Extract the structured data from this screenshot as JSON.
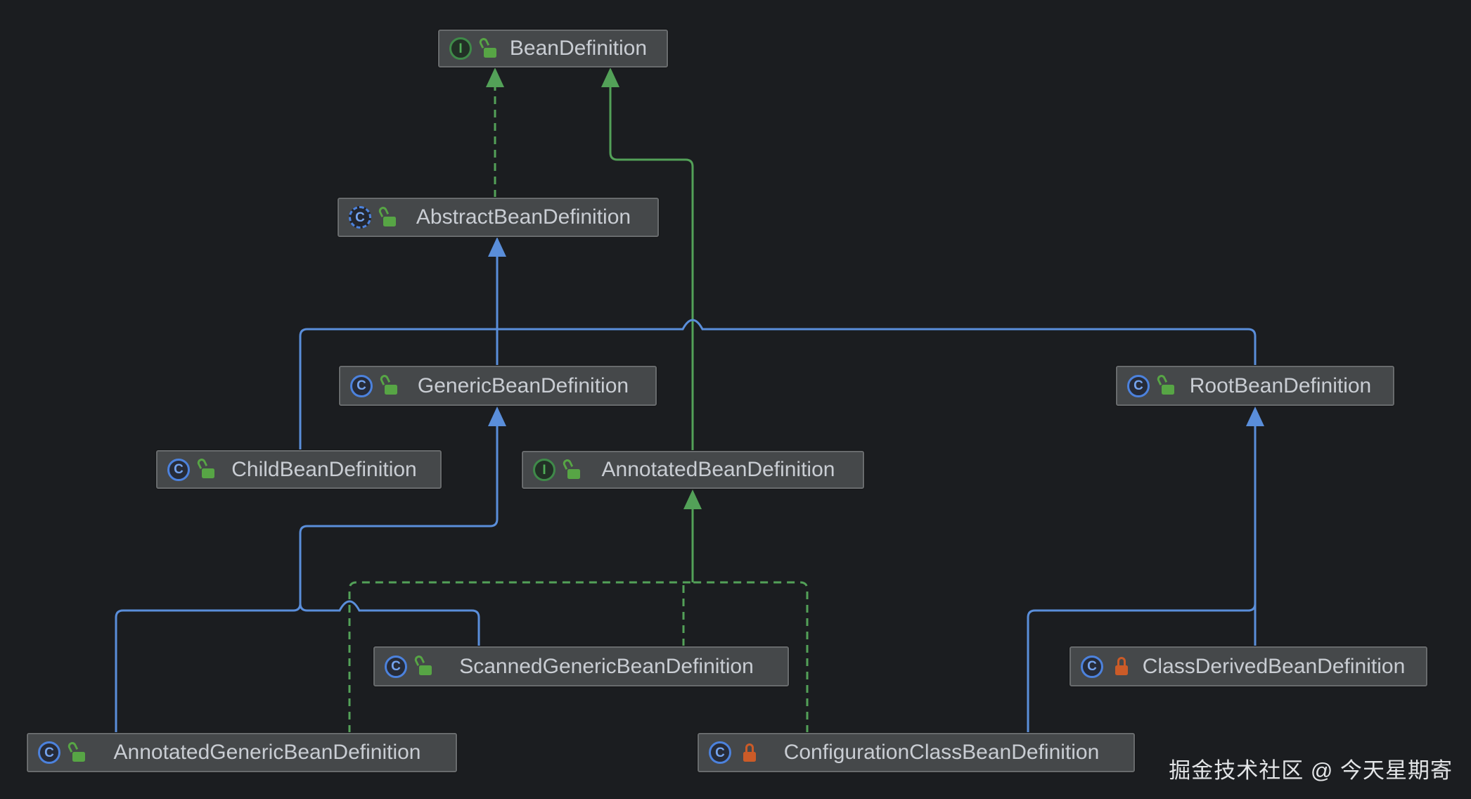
{
  "diagram": {
    "tool_style": "uml-class-diagram",
    "watermark": "掘金技术社区 @ 今天星期寄",
    "colors": {
      "background": "#1b1d20",
      "box_background": "#45484a",
      "box_border": "#686b6d",
      "label_text": "#c9cdd3",
      "extends_line": "#5a8eda",
      "implements_line": "#53a158",
      "unlocked_icon": "#57a545",
      "locked_icon": "#cb5b28",
      "class_icon": "#4c82dd",
      "interface_icon": "#3f8a49"
    },
    "nodes": [
      {
        "label": "BeanDefinition",
        "kind": "interface",
        "lock": "unlocked"
      },
      {
        "label": "AbstractBeanDefinition",
        "kind": "abstract-class",
        "lock": "unlocked"
      },
      {
        "label": "GenericBeanDefinition",
        "kind": "class",
        "lock": "unlocked"
      },
      {
        "label": "RootBeanDefinition",
        "kind": "class",
        "lock": "unlocked"
      },
      {
        "label": "ChildBeanDefinition",
        "kind": "class",
        "lock": "unlocked"
      },
      {
        "label": "AnnotatedBeanDefinition",
        "kind": "interface",
        "lock": "unlocked"
      },
      {
        "label": "ScannedGenericBeanDefinition",
        "kind": "class",
        "lock": "unlocked"
      },
      {
        "label": "ClassDerivedBeanDefinition",
        "kind": "class",
        "lock": "locked"
      },
      {
        "label": "AnnotatedGenericBeanDefinition",
        "kind": "class",
        "lock": "unlocked"
      },
      {
        "label": "ConfigurationClassBeanDefinition",
        "kind": "class",
        "lock": "locked"
      }
    ],
    "edges": [
      {
        "from": "AbstractBeanDefinition",
        "to": "BeanDefinition",
        "type": "implements"
      },
      {
        "from": "AnnotatedBeanDefinition",
        "to": "BeanDefinition",
        "type": "extends"
      },
      {
        "from": "GenericBeanDefinition",
        "to": "AbstractBeanDefinition",
        "type": "extends"
      },
      {
        "from": "ChildBeanDefinition",
        "to": "AbstractBeanDefinition",
        "type": "extends"
      },
      {
        "from": "RootBeanDefinition",
        "to": "AbstractBeanDefinition",
        "type": "extends"
      },
      {
        "from": "ScannedGenericBeanDefinition",
        "to": "GenericBeanDefinition",
        "type": "extends"
      },
      {
        "from": "AnnotatedGenericBeanDefinition",
        "to": "GenericBeanDefinition",
        "type": "extends"
      },
      {
        "from": "ClassDerivedBeanDefinition",
        "to": "RootBeanDefinition",
        "type": "extends"
      },
      {
        "from": "ConfigurationClassBeanDefinition",
        "to": "RootBeanDefinition",
        "type": "extends"
      },
      {
        "from": "ScannedGenericBeanDefinition",
        "to": "AnnotatedBeanDefinition",
        "type": "implements"
      },
      {
        "from": "AnnotatedGenericBeanDefinition",
        "to": "AnnotatedBeanDefinition",
        "type": "implements"
      },
      {
        "from": "ConfigurationClassBeanDefinition",
        "to": "AnnotatedBeanDefinition",
        "type": "implements"
      }
    ]
  }
}
